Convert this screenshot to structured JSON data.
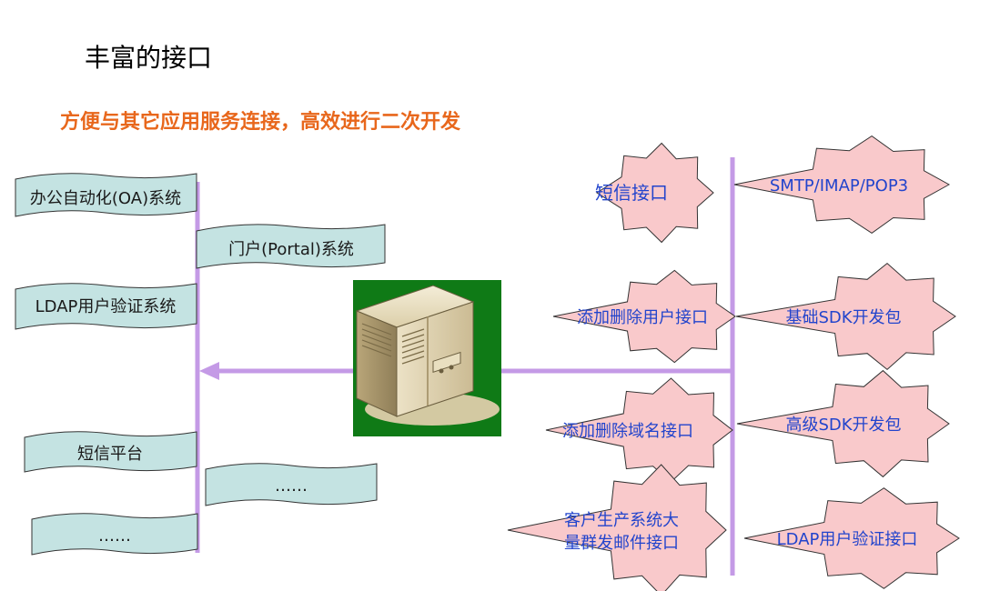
{
  "title": "丰富的接口",
  "subtitle": "方便与其它应用服务连接，高效进行二次开发",
  "colors": {
    "subtitle": "#e8671c",
    "line": "#c49ae6",
    "flag_fill": "#c4e3e2",
    "star_fill": "#f9c9cb",
    "server_bg": "#0f7a16",
    "blue_text": "#2244cc"
  },
  "systems": [
    {
      "label": "办公自动化(OA)系统"
    },
    {
      "label": "门户(Portal)系统"
    },
    {
      "label": "LDAP用户验证系统"
    },
    {
      "label": "短信平台"
    },
    {
      "label": "……"
    },
    {
      "label": "……"
    }
  ],
  "interfaces_left": [
    {
      "lines": [
        "短信接口"
      ]
    },
    {
      "lines": [
        "添加删除用户接口"
      ]
    },
    {
      "lines": [
        "添加删除域名接口"
      ]
    },
    {
      "lines": [
        "客户生产系统大",
        "量群发邮件接口"
      ]
    }
  ],
  "interfaces_right": [
    {
      "label": "SMTP/IMAP/POP3"
    },
    {
      "label": "基础SDK开发包"
    },
    {
      "label": "高级SDK开发包"
    },
    {
      "label": "LDAP用户验证接口"
    }
  ],
  "server_icon": "mail-server-icon"
}
